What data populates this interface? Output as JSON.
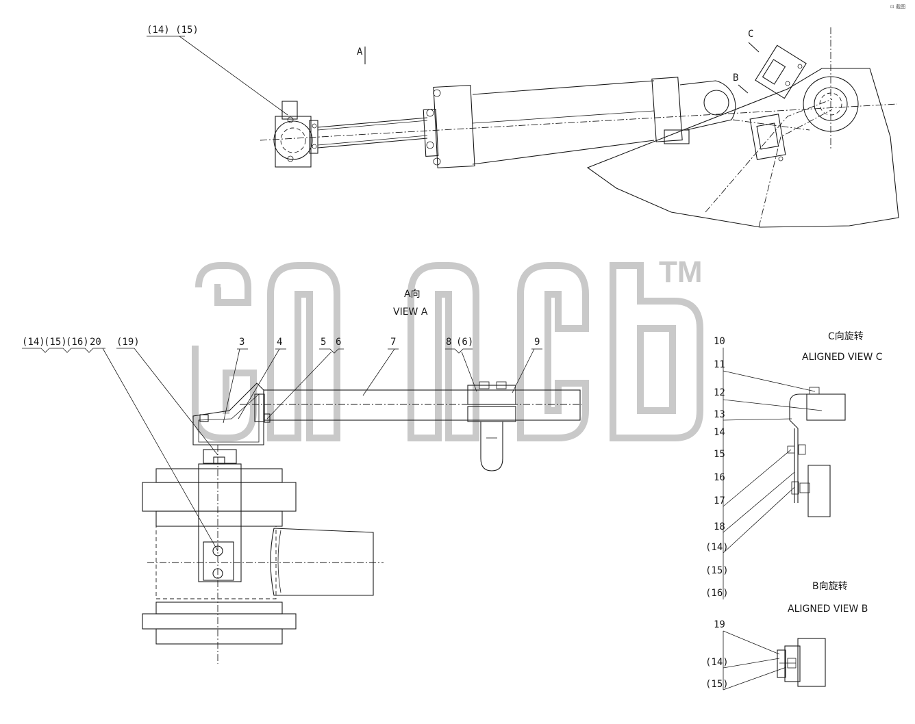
{
  "corner_mark": "⊡ 截图",
  "watermark": {
    "text": "TM",
    "color": "#c9c9c9"
  },
  "view_markers": {
    "a": "A",
    "b": "B",
    "c": "C"
  },
  "top_callout": "(14) (15)",
  "view_a": {
    "title_cn": "A向",
    "title_en": "VIEW A"
  },
  "view_c": {
    "title_cn": "C向旋转",
    "title_en": "ALIGNED VIEW C"
  },
  "view_b": {
    "title_cn": "B向旋转",
    "title_en": "ALIGNED VIEW B"
  },
  "callouts_a": {
    "c14": "(14)",
    "c15": "(15)",
    "c16": "(16)",
    "c20": "20",
    "c19": "(19)",
    "c3": "3",
    "c4": "4",
    "c5": "5",
    "c6": "6",
    "c7": "7",
    "c8": "8",
    "c6b": "(6)",
    "c9": "9"
  },
  "callouts_c": [
    "10",
    "11",
    "12",
    "13",
    "14",
    "15",
    "16",
    "17",
    "18",
    "(14)",
    "(15)",
    "(16)"
  ],
  "callouts_b": [
    "19",
    "(14)",
    "(15)"
  ]
}
